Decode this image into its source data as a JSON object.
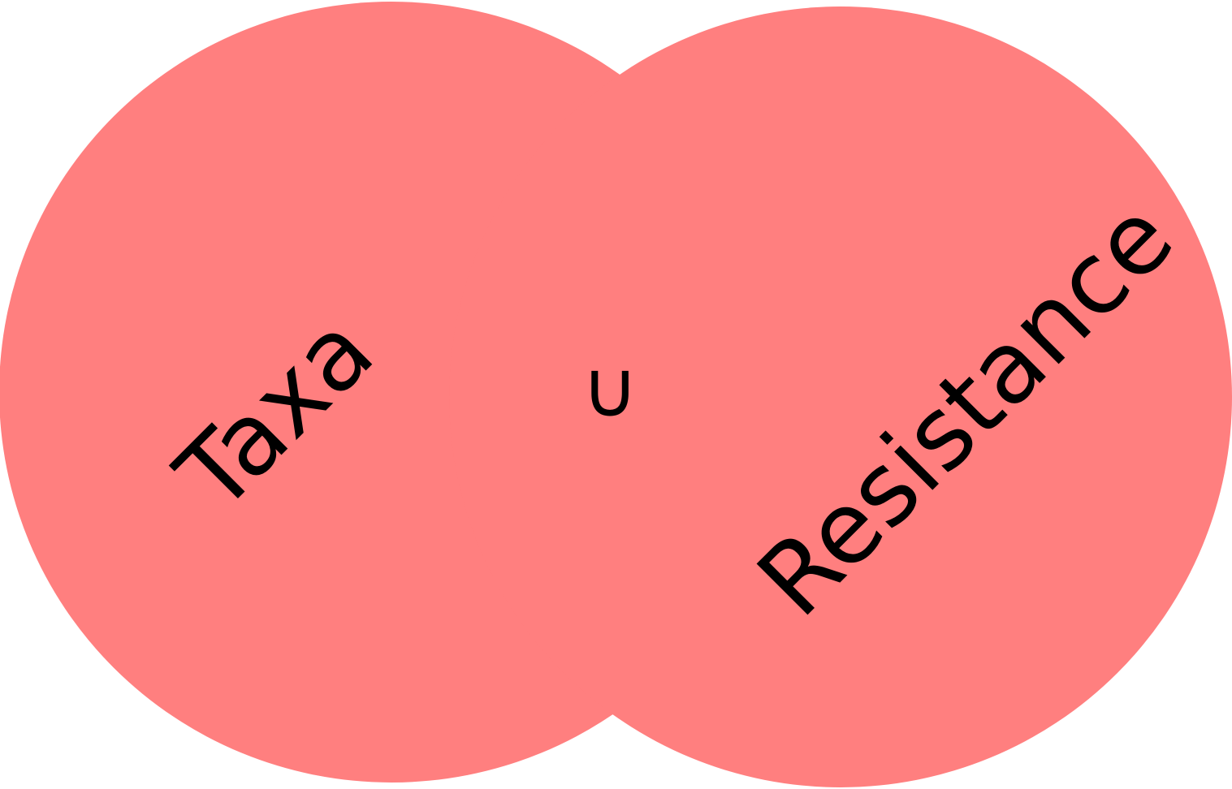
{
  "diagram": {
    "type": "venn-union",
    "operator": "∪",
    "fill_color": "#ff7f7f",
    "background_color": "#ffffff",
    "text_color": "#000000",
    "sets": [
      {
        "id": "taxa",
        "label": "Taxa"
      },
      {
        "id": "resistance",
        "label": "Resistance"
      }
    ]
  }
}
